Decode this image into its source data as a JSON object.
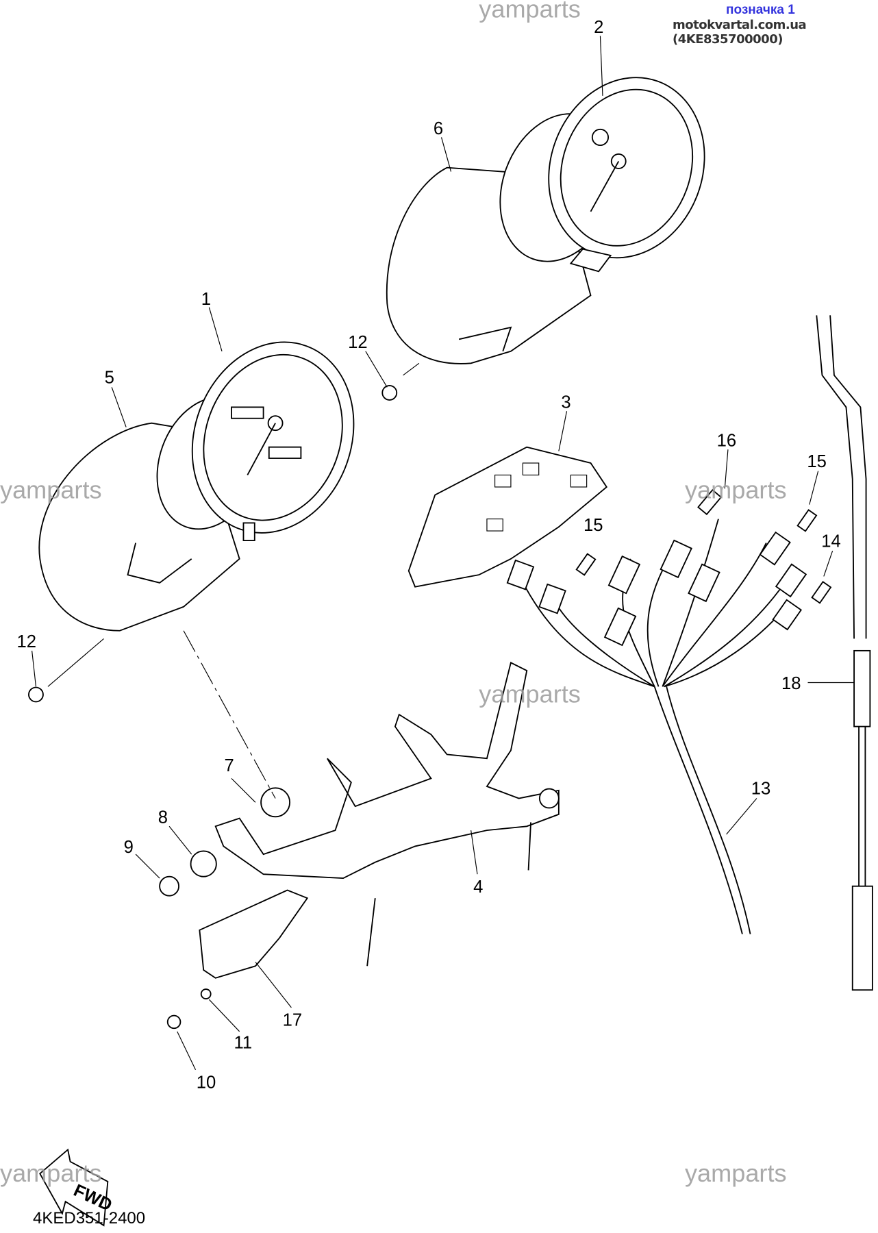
{
  "header": {
    "badge": "позначка 1",
    "source": "motokvartal.com.ua (4KE835700000)"
  },
  "diagram_code": "4KED351-2400",
  "watermark": "yamparts",
  "fwd_label": "FWD",
  "callouts": [
    "1",
    "2",
    "3",
    "4",
    "5",
    "6",
    "7",
    "8",
    "9",
    "10",
    "11",
    "12",
    "12",
    "13",
    "14",
    "15",
    "15",
    "16",
    "17",
    "18"
  ]
}
